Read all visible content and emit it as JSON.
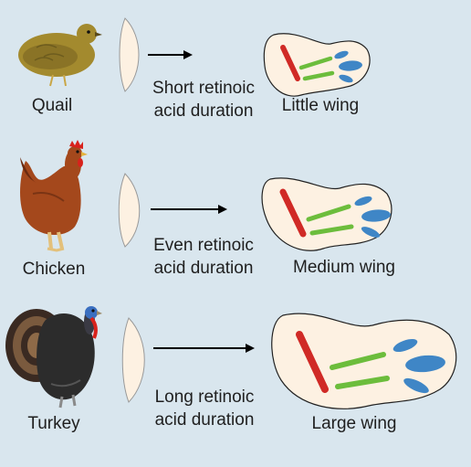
{
  "rows": [
    {
      "bird": "Quail",
      "duration_line1": "Short retinoic",
      "duration_line2": "acid duration",
      "result": "Little wing"
    },
    {
      "bird": "Chicken",
      "duration_line1": "Even retinoic",
      "duration_line2": "acid duration",
      "result": "Medium wing"
    },
    {
      "bird": "Turkey",
      "duration_line1": "Long retinoic",
      "duration_line2": "acid duration",
      "result": "Large wing"
    }
  ],
  "colors": {
    "background": "#d9e6ee",
    "limb_bud": "#fdf1e2",
    "wing_fill": "#fdf1e2",
    "humerus": "#d02a26",
    "radius_ulna": "#6cbd3c",
    "digits": "#3f86c6",
    "quail_body": "#a38a2e",
    "chicken_body": "#a4481c",
    "turkey_body": "#2c2c2c"
  },
  "icons": [
    "quail-icon",
    "chicken-icon",
    "turkey-icon",
    "limb-bud-icon",
    "arrow-icon",
    "wing-skeleton-icon"
  ]
}
